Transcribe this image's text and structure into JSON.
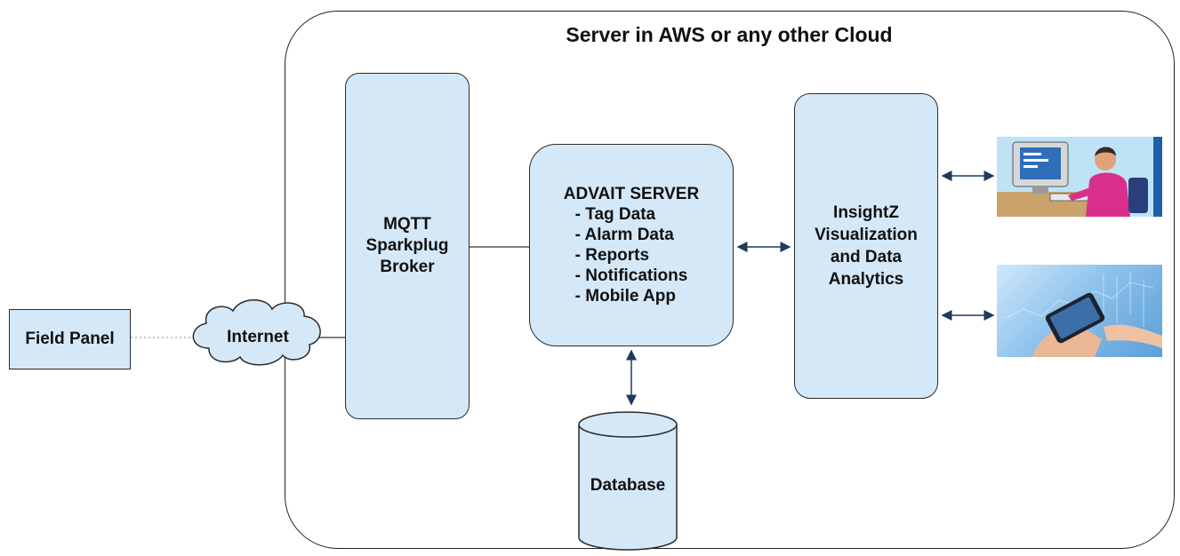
{
  "diagram": {
    "title": "Server in AWS or any other Cloud",
    "field_panel": "Field Panel",
    "internet": "Internet",
    "mqtt": "MQTT\nSparkplug\nBroker",
    "advait": {
      "heading": "ADVAIT SERVER",
      "items": [
        "- Tag Data",
        "- Alarm Data",
        "- Reports",
        "- Notifications",
        "- Mobile App"
      ]
    },
    "insightz": "InsightZ\nVisualization\nand Data\nAnalytics",
    "database": "Database"
  },
  "colors": {
    "box_fill": "#d5e8f8",
    "stroke": "#2b2b2b",
    "arrow": "#1f3a5a"
  },
  "icons": {
    "pc_user": "person-at-computer-illustration",
    "phone_user": "hand-holding-smartphone-photo"
  }
}
